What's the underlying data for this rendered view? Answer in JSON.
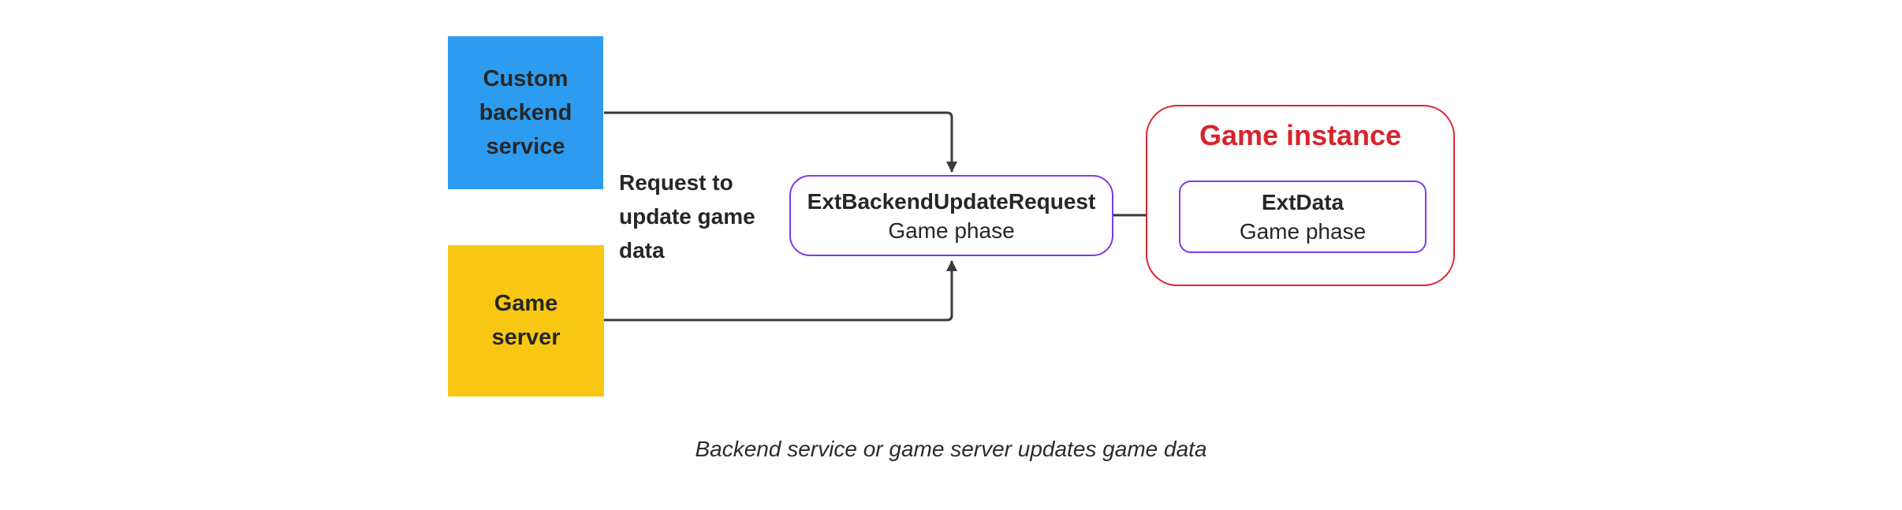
{
  "colors": {
    "blue": "#2D9CF0",
    "yellow": "#F8C713",
    "red": "#DF2433",
    "red_text": "#D7242D",
    "purple": "#7C3AED",
    "line": "#3A3A3A",
    "text": "#262626"
  },
  "nodes": {
    "custom_backend": {
      "label": "Custom\nbackend\nservice"
    },
    "game_server": {
      "label": "Game\nserver"
    },
    "update_request": {
      "title": "ExtBackendUpdateRequest",
      "subtitle": "Game phase"
    },
    "game_instance": {
      "title": "Game instance"
    },
    "ext_data": {
      "title": "ExtData",
      "subtitle": "Game phase"
    }
  },
  "edge_labels": {
    "request_to_update": "Request to\nupdate game\ndata"
  },
  "caption": {
    "text": "Backend service or game server updates game data"
  }
}
